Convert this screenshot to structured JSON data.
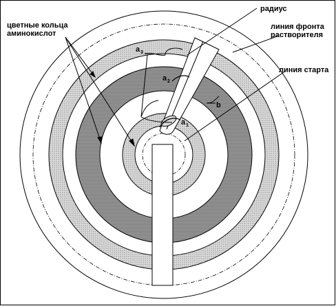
{
  "labels": {
    "colored_rings_line1": "цветные кольца",
    "colored_rings_line2": "аминокислот",
    "radius": "радиус",
    "solvent_front_line1": "линия фронта",
    "solvent_front_line2": "растворителя",
    "start_line": "линия старта",
    "b": "b",
    "a_letter": "a",
    "a1_sub": "1",
    "a2_sub": "2",
    "a3_sub": "3"
  },
  "colors": {
    "line": "#000000",
    "dotted_fill": "#d4d4d4",
    "gray_fill": "#8e8e8e",
    "background": "#ffffff"
  }
}
